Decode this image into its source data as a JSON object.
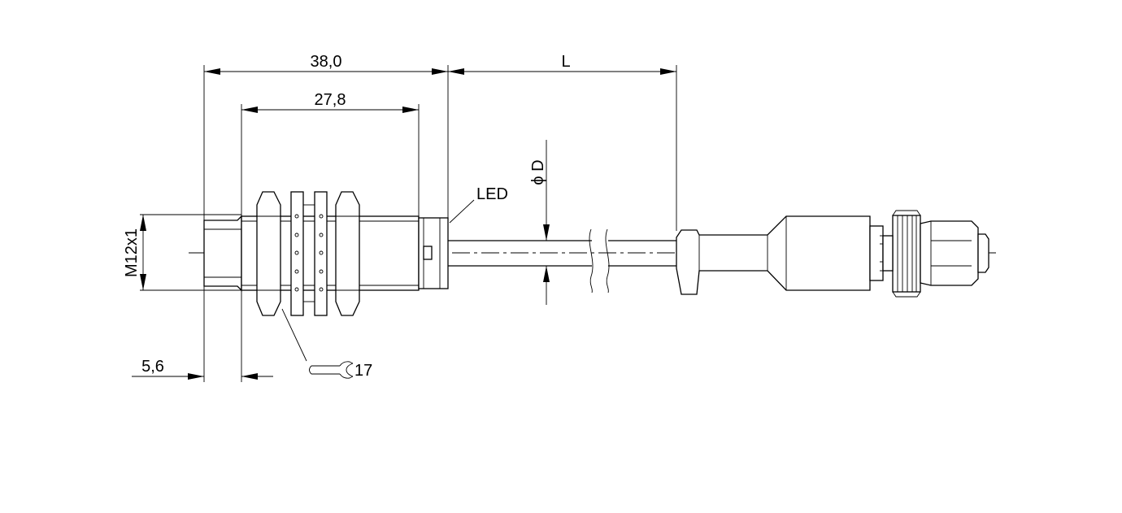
{
  "dimensions": {
    "overall_length": "38,0",
    "thread_length": "27,8",
    "cable_length": "L",
    "thread_size": "M12x1",
    "tip_offset": "5,6",
    "wrench_size": "17",
    "cable_diameter_symbol": "ϕ",
    "cable_diameter": "D"
  },
  "callouts": {
    "led": "LED"
  },
  "icons": {
    "wrench": "open-end-wrench-icon"
  }
}
